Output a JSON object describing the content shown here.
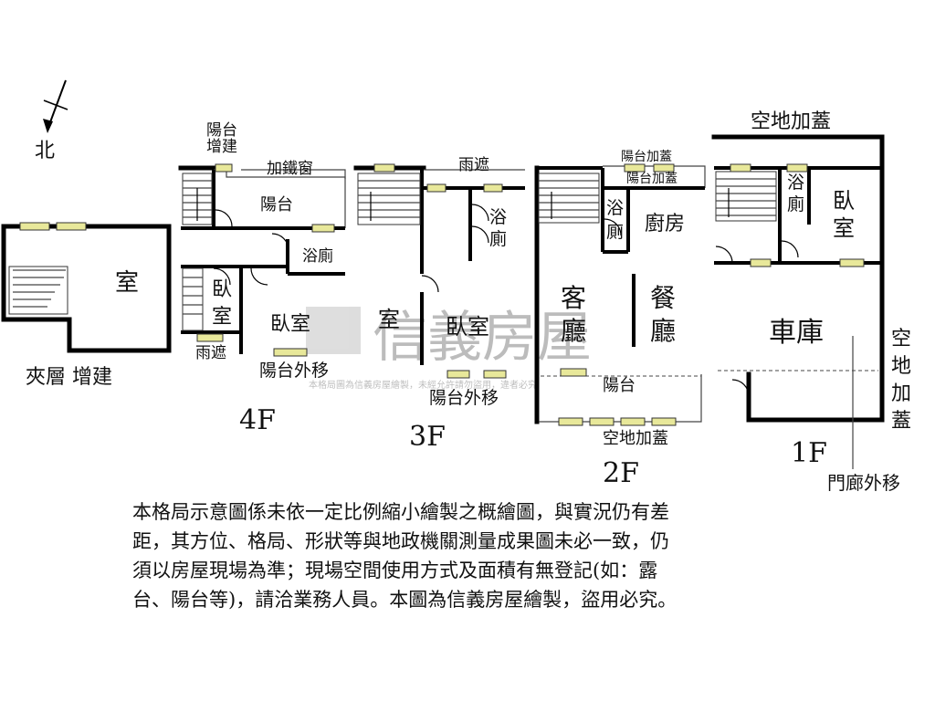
{
  "compass": {
    "north_label": "北"
  },
  "mezzanine": {
    "room": "室",
    "caption": "夾層 增建"
  },
  "floor4": {
    "floor_label": "4F",
    "balcony_addition_1": "陽台",
    "balcony_addition_2": "增建",
    "iron_window": "加鐵窗",
    "balcony": "陽台",
    "bathroom": "浴廁",
    "bedroom_left_1": "臥",
    "bedroom_left_2": "室",
    "bedroom_right": "臥室",
    "rain_shelter": "雨遮",
    "balcony_moved": "陽台外移"
  },
  "floor3": {
    "floor_label": "3F",
    "rain_shelter": "雨遮",
    "bathroom_1": "浴",
    "bathroom_2": "廁",
    "room": "室",
    "bedroom": "臥室",
    "balcony_moved": "陽台外移"
  },
  "floor2": {
    "floor_label": "2F",
    "balcony_cover": "陽台加蓋",
    "balcony_cover_2": "陽台加蓋",
    "bathroom_1": "浴",
    "bathroom_2": "廁",
    "kitchen": "廚房",
    "living_1": "客",
    "living_2": "廳",
    "dining_1": "餐",
    "dining_2": "廳",
    "balcony": "陽台",
    "open_space_cover": "空地加蓋"
  },
  "floor1": {
    "floor_label": "1F",
    "open_space_top": "空地加蓋",
    "bathroom_1": "浴",
    "bathroom_2": "廁",
    "bedroom_1": "臥",
    "bedroom_2": "室",
    "garage": "車庫",
    "side_1": "空",
    "side_2": "地",
    "side_3": "加",
    "side_4": "蓋",
    "porch_moved": "門廊外移"
  },
  "watermark": {
    "brand": "信義房屋",
    "note": "本格局圖為信義房屋繪製，未經允許請勿盜用，違者必究"
  },
  "disclaimer": {
    "line1": "本格局示意圖係未依一定比例縮小繪製之概繪圖，與實況仍有差",
    "line2": "距，其方位、格局、形狀等與地政機關測量成果圖未必一致，仍",
    "line3": "須以房屋現場為準；現場空間使用方式及面積有無登記(如：露",
    "line4": "台、陽台等)，請洽業務人員。本圖為信義房屋繪製，盜用必究。"
  }
}
